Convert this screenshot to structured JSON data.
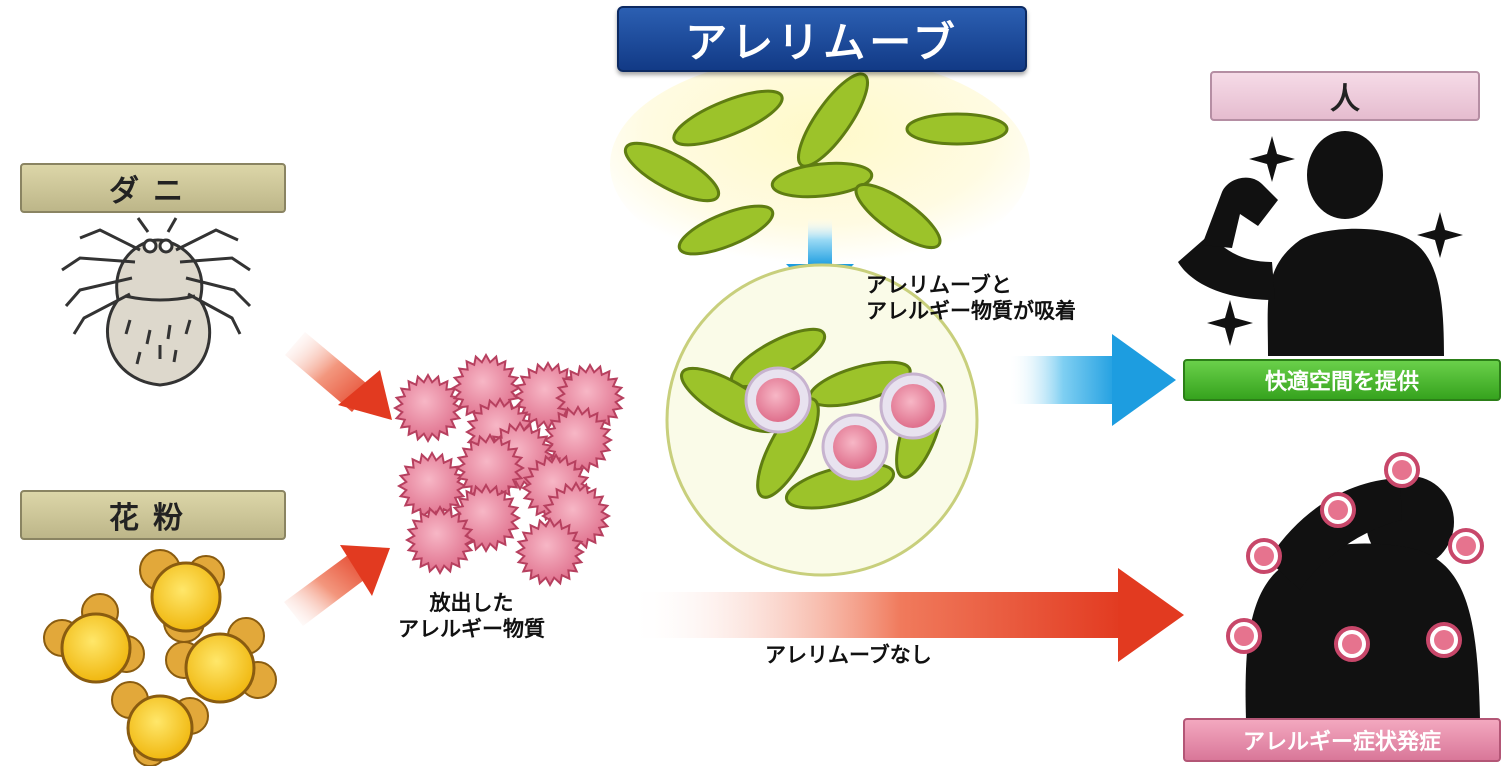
{
  "labels": {
    "brand": "アレリムーブ",
    "mite": "ダニ",
    "pollen": "花粉",
    "person": "人",
    "comfort": "快適空間を提供",
    "symptom": "アレルギー症状発症"
  },
  "captions": {
    "adsorb_line1": "アレリムーブと",
    "adsorb_line2": "アレルギー物質が吸着",
    "release_line1": "放出した",
    "release_line2": "アレルギー物質",
    "no_product": "アレリムーブなし"
  },
  "colors": {
    "brand_blue": "#1a4a9c",
    "capsule_green": "#9cc32a",
    "allergen_pink": "#e6738e",
    "pollen_yellow": "#f5c21a",
    "arrow_red": "#e8402b",
    "arrow_blue": "#1f9fe0",
    "comfort_green": "#3bab22",
    "symptom_pink": "#dc7f9f",
    "silhouette": "#111111"
  },
  "icons": {
    "mite": "mite-icon",
    "pollen": "pollen-grain-icon",
    "allergen": "allergen-particle-icon",
    "capsule": "allerimove-capsule-icon",
    "person_ok": "person-silhouette-icon",
    "person_sick": "sick-person-silhouette-icon",
    "sparkle": "sparkle-icon"
  }
}
